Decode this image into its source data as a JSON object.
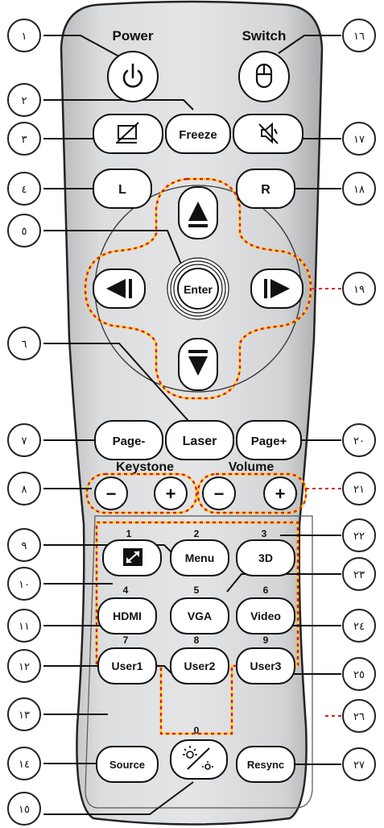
{
  "labels": {
    "power": "Power",
    "switch": "Switch",
    "freeze": "Freeze",
    "l": "L",
    "r": "R",
    "enter": "Enter",
    "page_minus": "Page-",
    "laser": "Laser",
    "page_plus": "Page+",
    "keystone": "Keystone",
    "volume": "Volume",
    "minus": "−",
    "plus": "+",
    "menu": "Menu",
    "three_d": "3D",
    "hdmi": "HDMI",
    "vga": "VGA",
    "video": "Video",
    "user1": "User1",
    "user2": "User2",
    "user3": "User3",
    "source": "Source",
    "resync": "Resync"
  },
  "keypad_numbers": [
    "1",
    "2",
    "3",
    "4",
    "5",
    "6",
    "7",
    "8",
    "9",
    "0"
  ],
  "callouts": [
    "١",
    "٢",
    "٣",
    "٤",
    "٥",
    "٦",
    "٧",
    "٨",
    "٩",
    "١٠",
    "١١",
    "١٢",
    "١٣",
    "١٤",
    "١٥",
    "١٦",
    "١٧",
    "١٨",
    "١٩",
    "٢٠",
    "٢١",
    "٢٢",
    "٢٣",
    "٢٤",
    "٢٥",
    "٢٦",
    "٢٧"
  ],
  "icons": {
    "power": "power-icon",
    "switch": "mouse-icon",
    "blank": "blank-screen-icon",
    "mute": "mute-icon",
    "up": "arrow-up-icon",
    "down": "arrow-down-icon",
    "left": "arrow-left-icon",
    "right": "arrow-right-icon",
    "aspect": "aspect-ratio-icon",
    "mode": "display-mode-icon"
  },
  "colors": {
    "body": "#cfd0d2",
    "highlight_red": "#e01a1a",
    "highlight_yellow": "#ffd400"
  }
}
